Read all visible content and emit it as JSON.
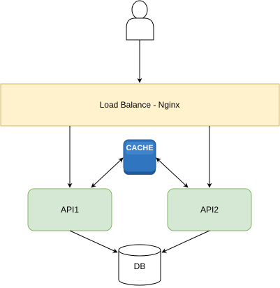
{
  "nodes": {
    "user": {
      "label": ""
    },
    "load_balancer": {
      "label": "Load Balance - Nginx"
    },
    "cache": {
      "label": "CACHE"
    },
    "api1": {
      "label": "API1"
    },
    "api2": {
      "label": "API2"
    },
    "db": {
      "label": "DB"
    }
  },
  "colors": {
    "load_balancer_fill": "#fff2cc",
    "load_balancer_stroke": "#d6b656",
    "api_fill": "#d5e8d4",
    "api_stroke": "#82b366",
    "cache_fill": "#2f75c0",
    "cache_stroke": "#1f5a99",
    "line": "#000000"
  },
  "edges": [
    {
      "from": "user",
      "to": "load_balancer",
      "style": "arrow"
    },
    {
      "from": "load_balancer",
      "to": "api1",
      "style": "arrow"
    },
    {
      "from": "load_balancer",
      "to": "api2",
      "style": "arrow"
    },
    {
      "from": "cache",
      "to": "api1",
      "style": "double-arrow"
    },
    {
      "from": "cache",
      "to": "api2",
      "style": "double-arrow"
    },
    {
      "from": "api1",
      "to": "db",
      "style": "arrow"
    },
    {
      "from": "api2",
      "to": "db",
      "style": "arrow"
    }
  ]
}
